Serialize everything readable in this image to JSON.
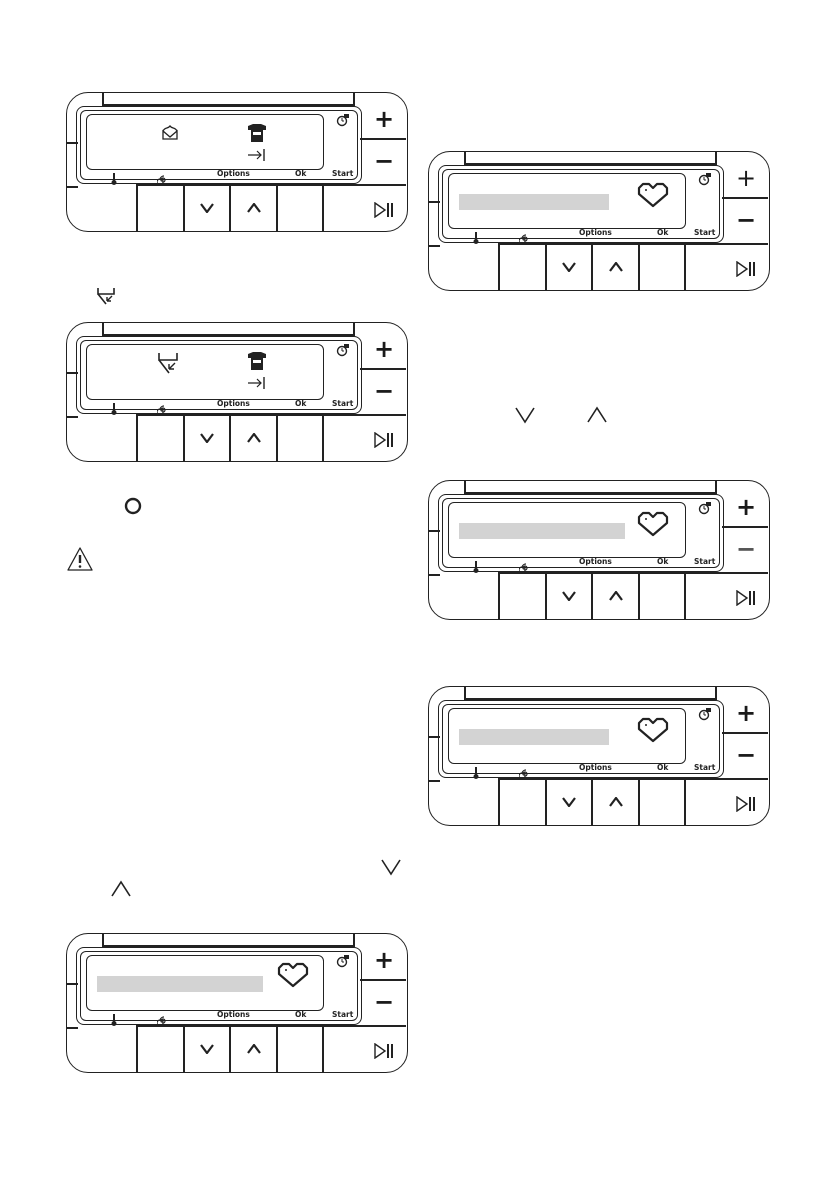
{
  "panel_labels": {
    "options": "Options",
    "ok": "Ok",
    "start": "Start",
    "plus": "+",
    "minus": "−"
  },
  "panels": [
    {
      "id": "panel-1",
      "display": [
        "cotton-icon",
        "load-shirt-icon",
        "arrow-to-bar-icon"
      ]
    },
    {
      "id": "panel-2",
      "display": [
        "prewash-icon",
        "load-shirt-icon",
        "arrow-to-bar-icon"
      ]
    },
    {
      "id": "panel-3",
      "display": [
        "highlighted-bar",
        "favourite-heart-icon"
      ]
    },
    {
      "id": "panel-4",
      "display": [
        "highlighted-bar",
        "favourite-heart-icon"
      ]
    },
    {
      "id": "panel-5",
      "display": [
        "highlighted-bar",
        "favourite-heart-icon"
      ]
    },
    {
      "id": "panel-6",
      "display": [
        "highlighted-bar",
        "favourite-heart-icon"
      ]
    }
  ],
  "inline_icons": [
    "prewash-icon",
    "on-off-circle-icon",
    "warning-icon",
    "down-arrow-icon",
    "up-arrow-icon"
  ],
  "colors": {
    "line": "#222222",
    "highlight_bar": "#d3d3d3",
    "background": "#ffffff"
  }
}
